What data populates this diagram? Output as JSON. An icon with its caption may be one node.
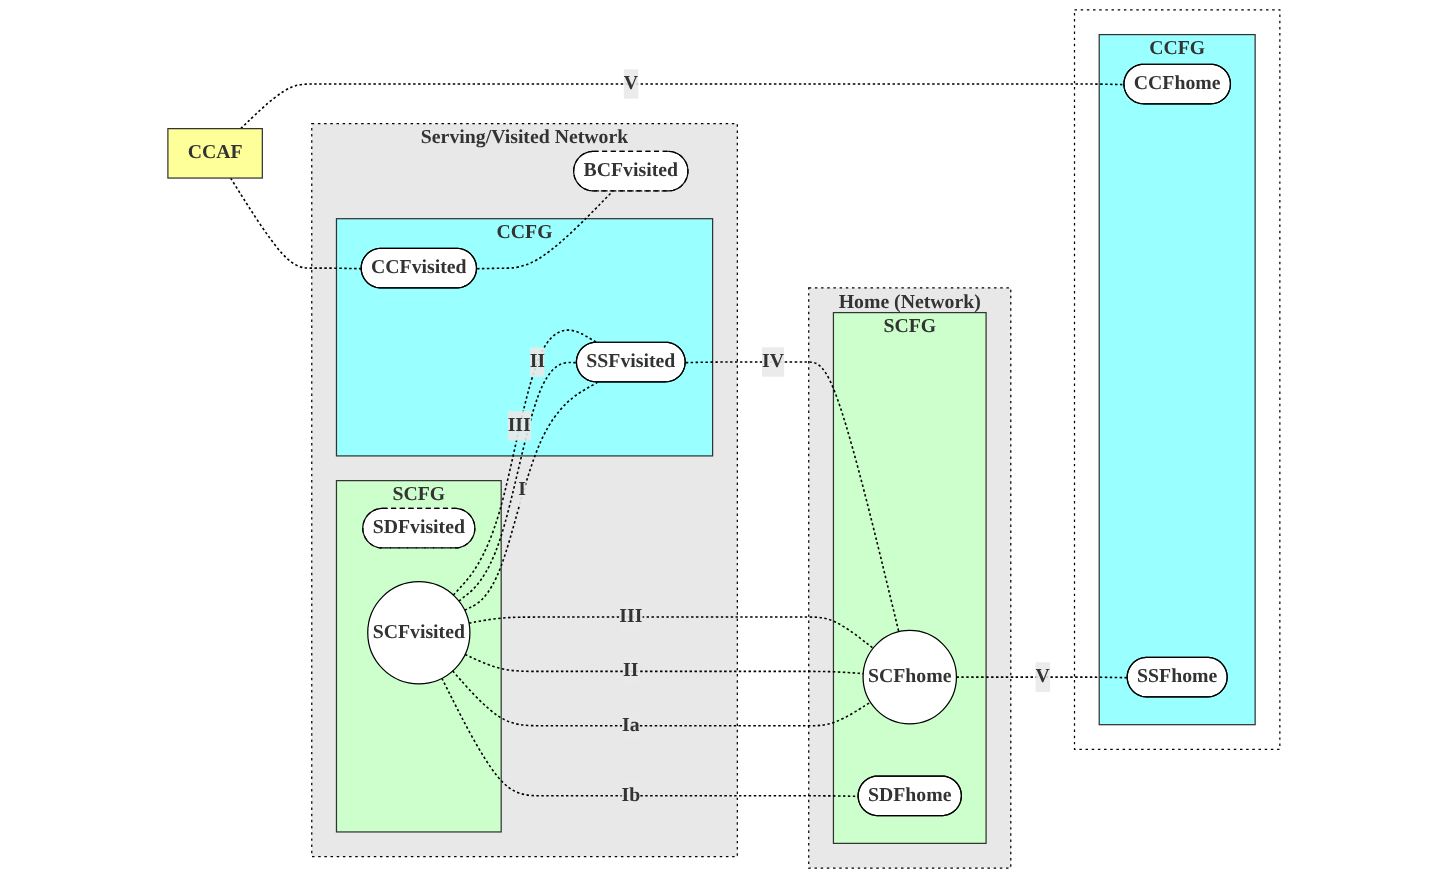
{
  "diagram": {
    "nodes": [
      {
        "text": [
          "Serving/Visited Network"
        ]
      },
      {
        "text": [
          "SCFG"
        ],
        "in": 0
      },
      {
        "text": [
          "SDFvisited"
        ],
        "in": 1
      },
      {
        "text": [
          "SCFvisited"
        ],
        "in": 1
      },
      {
        "text": [
          "CCFG"
        ],
        "in": 0
      },
      {
        "text": [
          "SSFvisited"
        ],
        "in": 4
      },
      {
        "text": [
          "CCFvisited"
        ],
        "in": 4
      },
      {
        "text": [
          "BCFvisited"
        ],
        "in": 0
      },
      {
        "text": [
          "CCAF"
        ]
      },
      {
        "text": [
          "Home (Network)"
        ]
      },
      {
        "text": [
          "SCFG"
        ],
        "in": 9
      },
      {
        "text": [
          "SDFhome"
        ],
        "in": 10
      },
      {
        "text": [
          "SCFhome"
        ],
        "in": 10
      },
      {
        "text": [],
        "shape": "box"
      },
      {
        "text": [
          "CCFG"
        ],
        "in": 13
      },
      {
        "text": [
          "SSFhome"
        ],
        "in": 14
      },
      {
        "text": [
          "CCFhome"
        ],
        "in": 14
      }
    ],
    "edges": [
      {
        "from": 3,
        "to": 11,
        "arrow": "none",
        "label": "Ib",
        "style": "dashed"
      },
      {
        "from": 3,
        "to": 12,
        "arrow": "none",
        "label": "Ia",
        "style": "dashed"
      },
      {
        "from": 3,
        "to": 12,
        "arrow": "none",
        "label": "II",
        "style": "dashed"
      },
      {
        "from": 3,
        "to": 12,
        "arrow": "none",
        "label": "III",
        "style": "dashed"
      },
      {
        "from": 3,
        "to": 5,
        "arrow": "none",
        "label": "I",
        "style": "dashed"
      },
      {
        "from": 3,
        "to": 5,
        "arrow": "none",
        "label": "II",
        "style": "dashed"
      },
      {
        "from": 3,
        "to": 5,
        "arrow": "none",
        "label": "III",
        "style": "dashed"
      },
      {
        "from": 5,
        "to": 12,
        "arrow": "none",
        "label": "IV",
        "style": "dashed"
      },
      {
        "from": 8,
        "to": 6,
        "arrow": "none",
        "style": "dashed"
      },
      {
        "from": 6,
        "to": 7,
        "arrow": "none",
        "style": "dashed"
      },
      {
        "from": 8,
        "to": 16,
        "arrow": "none",
        "label": "V",
        "style": "dashed"
      },
      {
        "from": 12,
        "to": 15,
        "arrow": "none",
        "label": "V",
        "style": "dashed"
      }
    ]
  }
}
